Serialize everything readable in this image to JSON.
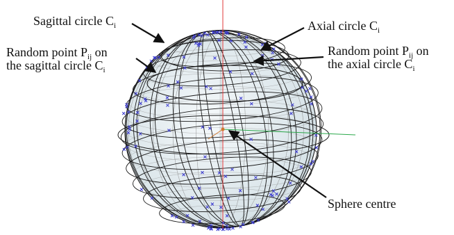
{
  "labels": {
    "sagittal_circle": {
      "text": "Sagittal circle C",
      "sub": "i"
    },
    "axial_circle": {
      "text": "Axial circle C",
      "sub": "i"
    },
    "random_point_sagittal": {
      "line1_text": "Random point P",
      "line1_sub": "ij",
      "line1_tail": " on",
      "line2_text": "the sagittal circle C",
      "line2_sub": "i"
    },
    "random_point_axial": {
      "line1_text": "Random point P",
      "line1_sub": "ij",
      "line1_tail": " on",
      "line2_text": "the axial circle C",
      "line2_sub": "i"
    },
    "sphere_centre": {
      "text": "Sphere centre"
    }
  },
  "colors": {
    "sphere_fill": "#dfe8ec",
    "wire": "#1a1a1a",
    "grid": "#8a8a8a",
    "points": "#3a3ad0",
    "z_axis": "#e23a3a",
    "y_axis": "#2aa84a",
    "x_axis": "#d07a30"
  }
}
